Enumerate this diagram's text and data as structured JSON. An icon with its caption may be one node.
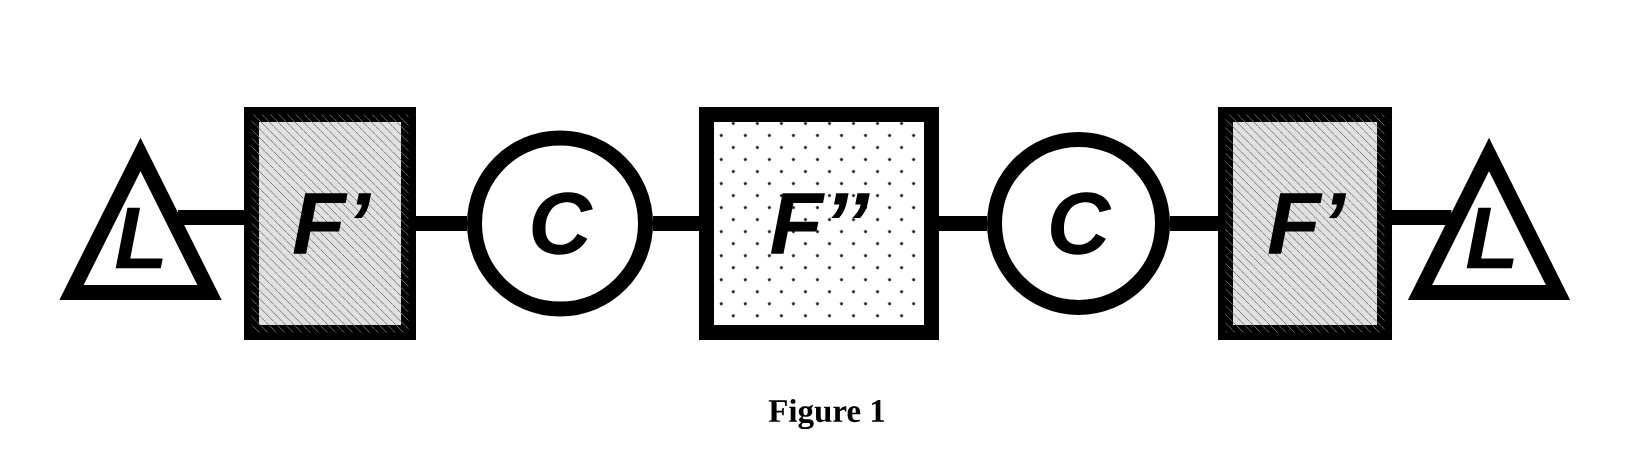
{
  "diagram": {
    "caption": "Figure 1",
    "nodes": [
      {
        "text": [
          "L"
        ]
      },
      {
        "text": [
          "F’"
        ]
      },
      {
        "text": [
          "C"
        ]
      },
      {
        "text": [
          "F’’"
        ]
      },
      {
        "text": [
          "C"
        ]
      },
      {
        "text": [
          "F’"
        ]
      },
      {
        "text": [
          "L"
        ]
      }
    ],
    "edges": [
      {
        "from": 0,
        "to": 1,
        "arrow": "none"
      },
      {
        "from": 1,
        "to": 2,
        "arrow": "none"
      },
      {
        "from": 2,
        "to": 3,
        "arrow": "none"
      },
      {
        "from": 3,
        "to": 4,
        "arrow": "none"
      },
      {
        "from": 4,
        "to": 5,
        "arrow": "none"
      },
      {
        "from": 5,
        "to": 6,
        "arrow": "none"
      }
    ]
  }
}
